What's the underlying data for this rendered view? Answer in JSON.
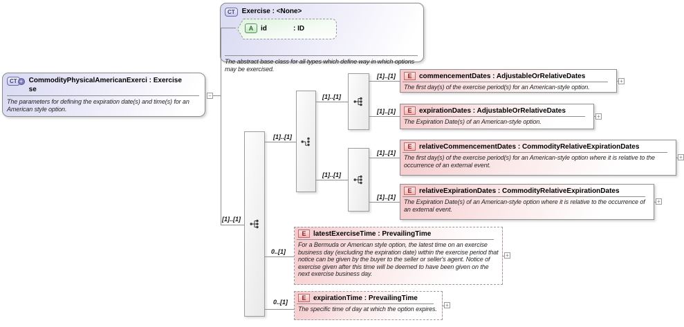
{
  "root_type": {
    "badge": "CT",
    "badge_plus": "+",
    "title_line1": "CommodityPhysicalAmericanExerci : Exercise",
    "title_line2": "se",
    "description": "The parameters for defining the expiration date(s) and time(s) for an American style option.",
    "collapse_glyph": "−"
  },
  "base_type": {
    "badge": "CT",
    "title": "Exercise : <None>",
    "description": "The abstract base class for all types which define way in which options may be exercised.",
    "attribute": {
      "badge": "A",
      "name": "id",
      "type": ": ID"
    }
  },
  "occurrences": {
    "root_to_sequence": "[1]..[1]",
    "sequence_to_choice": "[1]..[1]",
    "choice_to_sequence1": "[1]..[1]",
    "choice_to_sequence2": "[1]..[1]"
  },
  "elements": [
    {
      "badge": "E",
      "label": "commencementDates : AdjustableOrRelativeDates",
      "description": "The first day(s) of the exercise period(s) for an American-style option.",
      "occurrence": "[1]..[1]",
      "expand": "+"
    },
    {
      "badge": "E",
      "label": "expirationDates : AdjustableOrRelativeDates",
      "description": "The Expiration Date(s) of an American-style option.",
      "occurrence": "[1]..[1]",
      "expand": "+"
    },
    {
      "badge": "E",
      "label": "relativeCommencementDates : CommodityRelativeExpirationDates",
      "description": "The first day(s) of the exercise period(s) for an American-style option where it is relative to the occurrence of an external event.",
      "occurrence": "[1]..[1]",
      "expand": "+"
    },
    {
      "badge": "E",
      "label": "relativeExpirationDates : CommodityRelativeExpirationDates",
      "description": "The Expiration Date(s) of an American-style option where it is relative to the occurrence of an external event.",
      "occurrence": "[1]..[1]",
      "expand": "+"
    },
    {
      "badge": "E",
      "label": "latestExerciseTime : PrevailingTime",
      "description": "For a Bermuda or American style option, the latest time on an exercise business day (excluding the expiration date) within the exercise period that notice can be given by the buyer to the seller or seller's agent. Notice of exercise given after this time will be deemed to have been given on the next exercise business day.",
      "occurrence": "0..[1]",
      "expand": "+"
    },
    {
      "badge": "E",
      "label": "expirationTime : PrevailingTime",
      "description": "The specific time of day at which the option expires.",
      "occurrence": "0..[1]",
      "expand": "+"
    }
  ],
  "colors": {
    "complex_type_fill": "#d9d9f2",
    "element_fill": "#f5c9cb",
    "attribute_fill": "#ddf2dd",
    "connector": "#8e8e8e"
  }
}
